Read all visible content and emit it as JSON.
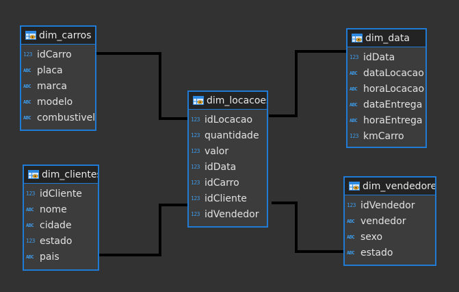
{
  "colors": {
    "background": "#323232",
    "entity_border": "#1f7bd6",
    "entity_body": "#3c3c3c",
    "entity_header": "#232323",
    "type_badge": "#3d9be9",
    "relation_line": "#000000"
  },
  "entities": {
    "dim_carros": {
      "name": "dim_carros",
      "icon": "table-icon",
      "columns": [
        {
          "type": "123",
          "name": "idCarro"
        },
        {
          "type": "ABC",
          "name": "placa"
        },
        {
          "type": "ABC",
          "name": "marca"
        },
        {
          "type": "ABC",
          "name": "modelo"
        },
        {
          "type": "ABC",
          "name": "combustivel"
        }
      ]
    },
    "dim_clientes": {
      "name": "dim_clientes",
      "icon": "table-icon",
      "columns": [
        {
          "type": "123",
          "name": "idCliente"
        },
        {
          "type": "ABC",
          "name": "nome"
        },
        {
          "type": "ABC",
          "name": "cidade"
        },
        {
          "type": "123",
          "name": "estado"
        },
        {
          "type": "ABC",
          "name": "pais"
        }
      ]
    },
    "dim_locacoes": {
      "name": "dim_locacoes",
      "icon": "table-icon",
      "columns": [
        {
          "type": "123",
          "name": "idLocacao"
        },
        {
          "type": "123",
          "name": "quantidade"
        },
        {
          "type": "123",
          "name": "valor"
        },
        {
          "type": "123",
          "name": "idData"
        },
        {
          "type": "123",
          "name": "idCarro"
        },
        {
          "type": "123",
          "name": "idCliente"
        },
        {
          "type": "123",
          "name": "idVendedor"
        }
      ]
    },
    "dim_data": {
      "name": "dim_data",
      "icon": "table-icon",
      "columns": [
        {
          "type": "123",
          "name": "idData"
        },
        {
          "type": "ABC",
          "name": "dataLocacao"
        },
        {
          "type": "ABC",
          "name": "horaLocacao"
        },
        {
          "type": "ABC",
          "name": "dataEntrega"
        },
        {
          "type": "ABC",
          "name": "horaEntrega"
        },
        {
          "type": "123",
          "name": "kmCarro"
        }
      ]
    },
    "dim_vendedores": {
      "name": "dim_vendedores",
      "icon": "table-icon",
      "columns": [
        {
          "type": "123",
          "name": "idVendedor"
        },
        {
          "type": "ABC",
          "name": "vendedor"
        },
        {
          "type": "ABC",
          "name": "sexo"
        },
        {
          "type": "ABC",
          "name": "estado"
        }
      ]
    }
  },
  "relations": [
    {
      "from": "dim_carros",
      "to": "dim_locacoes"
    },
    {
      "from": "dim_clientes",
      "to": "dim_locacoes"
    },
    {
      "from": "dim_locacoes",
      "to": "dim_data"
    },
    {
      "from": "dim_locacoes",
      "to": "dim_vendedores"
    }
  ]
}
